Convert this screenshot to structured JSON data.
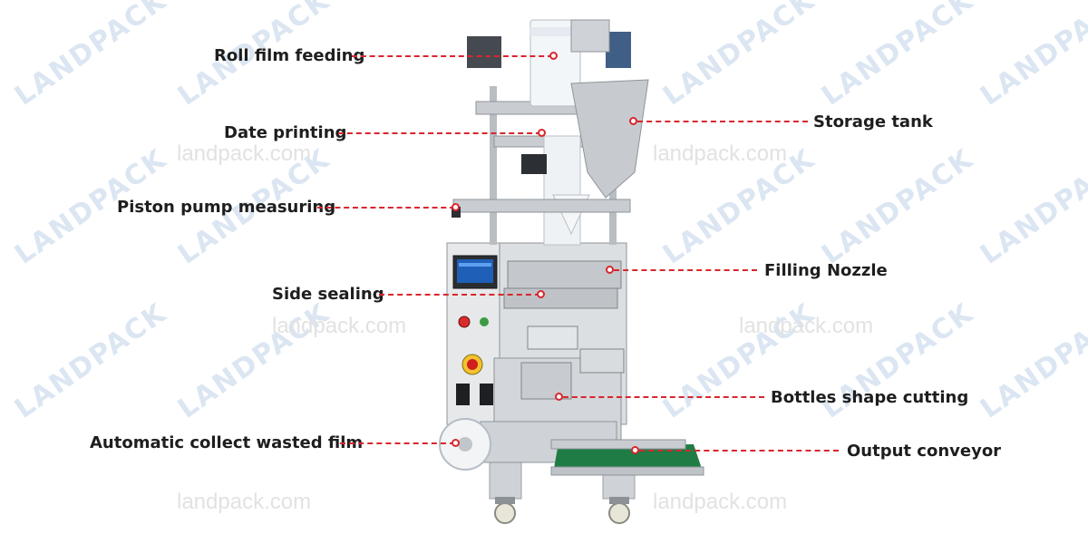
{
  "watermark": {
    "logo_text": "LANDPACK",
    "url_text": "landpack.com"
  },
  "labels": {
    "roll_film_feeding": "Roll film feeding",
    "date_printing": "Date printing",
    "piston_pump_measuring": "Piston pump measuring",
    "side_sealing": "Side sealing",
    "automatic_collect_wasted_film": "Automatic collect wasted film",
    "storage_tank": "Storage tank",
    "filling_nozzle": "Filling Nozzle",
    "bottles_shape_cutting": "Bottles shape cutting",
    "output_conveyor": "Output conveyor"
  },
  "colors": {
    "leader_line": "#d9262d",
    "label_text": "#1e1e1e",
    "watermark": "#dbe6f2"
  }
}
